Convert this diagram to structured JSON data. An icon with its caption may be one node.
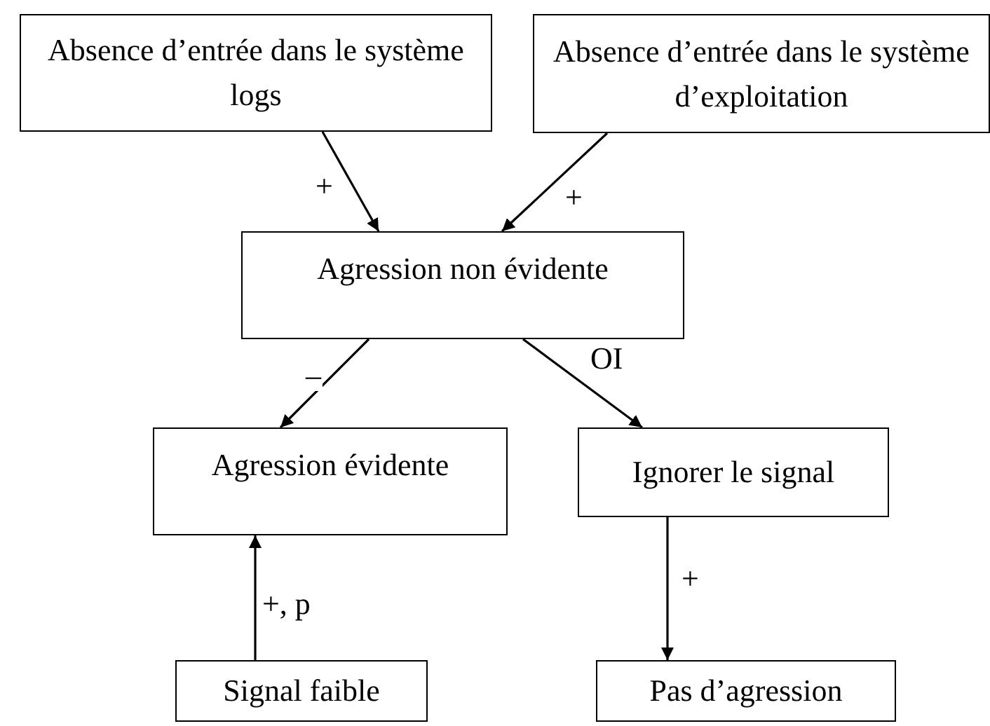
{
  "diagram": {
    "nodes": [
      {
        "text": [
          "Absence d’entrée dans le système logs"
        ]
      },
      {
        "text": [
          "Absence d’entrée dans le système d’exploitation"
        ]
      },
      {
        "text": [
          "Agression non évidente"
        ]
      },
      {
        "text": [
          "Agression évidente"
        ]
      },
      {
        "text": [
          "Ignorer le signal"
        ]
      },
      {
        "text": [
          "Signal faible"
        ]
      },
      {
        "text": [
          "Pas d’agression"
        ]
      }
    ],
    "edges": [
      {
        "from": 0,
        "to": 2,
        "arrow": "to",
        "label": "+"
      },
      {
        "from": 1,
        "to": 2,
        "arrow": "to",
        "label": "+"
      },
      {
        "from": 2,
        "to": 3,
        "arrow": "to",
        "label": "–"
      },
      {
        "from": 2,
        "to": 4,
        "arrow": "to",
        "label": "OI"
      },
      {
        "from": 5,
        "to": 3,
        "arrow": "to",
        "label": "+, p"
      },
      {
        "from": 4,
        "to": 6,
        "arrow": "to",
        "label": "+"
      }
    ]
  }
}
